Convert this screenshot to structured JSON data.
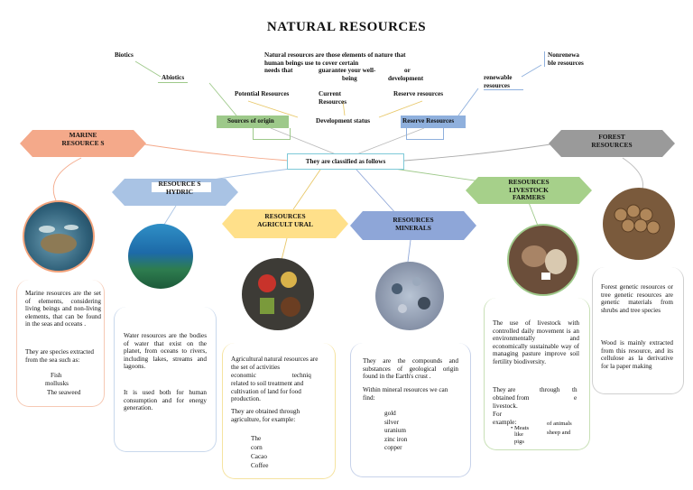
{
  "title": "NATURAL RESOURCES",
  "top": {
    "biotics": "Biotics",
    "abiotics": "Abiotics",
    "intro_line1": "Natural resources are those elements of nature that",
    "intro_line2": "human beings use to cover certain",
    "intro_line3a": "needs that",
    "intro_line3b": "guarantee your well-",
    "intro_line3c": "or",
    "intro_line4a": "being",
    "intro_line4b": "development",
    "nonrenewable": "Nonrenewa ble resources",
    "renewable": "renewable resources",
    "potential": "Potential Resources",
    "current": "Current Resources",
    "reserve": "Reserve resources",
    "sources_of_origin": "Sources of origin",
    "development_status": "Development status",
    "reserve_resources": "Reserve Resources",
    "classified": "They are classified as follows"
  },
  "categories": {
    "marine": {
      "label": "MARINE RESOURCE S",
      "text1": "Marine resources are the set of elements, considering living beings and non-living elements, that can be found in the seas and oceans .",
      "text2": "They are species extracted from the sea such as:",
      "items": [
        "Fish",
        "mollusks",
        "The seaweed"
      ]
    },
    "hydric": {
      "label": "RESOURCE S HYDRIC",
      "text1": "Water resources are the bodies of water that exist on the planet, from oceans to rivers, including lakes, streams and lagoons.",
      "text2": "It is used both for human consumption and for energy generation."
    },
    "agricultural": {
      "label": "RESOURCES AGRICULT URAL",
      "text1a": "Agricultural natural resources are the set of activities",
      "text1b": "economic techniq",
      "text1c": "related to soil treatment and cultivation of land for food production.",
      "text2": "They are obtained through agriculture, for example:",
      "items": [
        "The",
        "corn",
        "Cacao",
        "Coffee"
      ]
    },
    "minerals": {
      "label": "RESOURCES MINERALS",
      "text1": "They are the compounds and substances of geological origin found in the Earth's crust .",
      "text2": "Within mineral resources we can find:",
      "items": [
        "gold",
        "silver",
        "uranium",
        "zinc iron",
        "copper"
      ]
    },
    "livestock": {
      "label": "RESOURCES LIVESTOCK FARMERS",
      "text1": "The use of livestock with controlled daily movement is an environmentally and economically sustainable way of managing pasture improve soil fertility biodiversity.",
      "text2a": "They are",
      "text2b": "through",
      "text2c": "th",
      "text2d": "obtained from",
      "text2e": "e",
      "text2f": "livestock.",
      "for_example": "For example:",
      "items": [
        "Meats",
        "of animals",
        "like",
        "sheep and",
        "pigs"
      ]
    },
    "forest": {
      "label": "FOREST RESOURCES",
      "text1": "Forest genetic resources or tree genetic resources are genetic materials from shrubs and tree species",
      "text2": "Wood is mainly extracted from this resource, and its cellulose as la derivative for la paper making"
    }
  },
  "colors": {
    "marine": "#f4a98a",
    "hydric": "#a9c3e4",
    "agricultural": "#ffe08a",
    "minerals": "#8ea6d8",
    "livestock": "#a6d08a",
    "forest": "#9a9a9a",
    "sources_bar": "#9dc98a",
    "reserve_bar": "#8fb0dd"
  }
}
